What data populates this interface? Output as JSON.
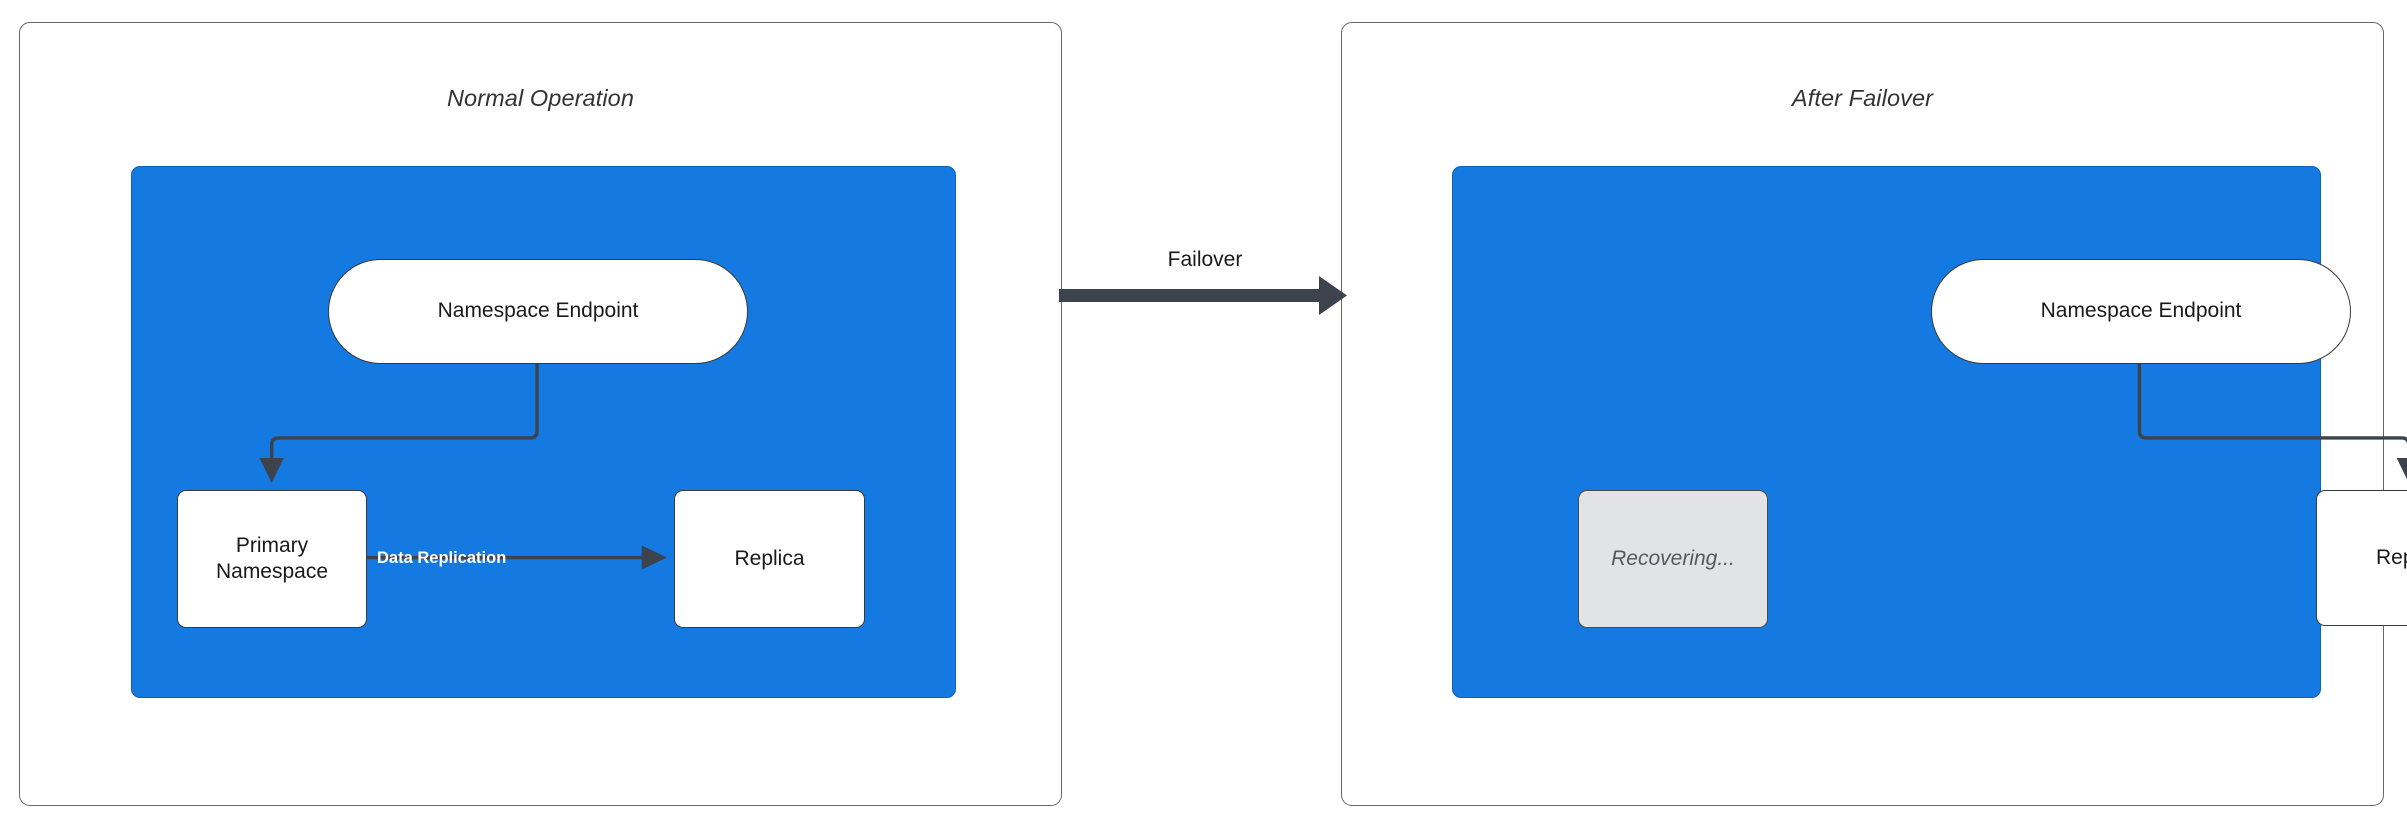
{
  "diagram": {
    "title_hidden": "",
    "colors": {
      "group_fill": "#1479e0",
      "node_fill": "#ffffff",
      "node_stroke": "#3a3a3a",
      "recovering_fill": "#e1e3e5",
      "edge_stroke": "#3d434d",
      "panel_stroke": "#666666",
      "replication_label": "#ffffff"
    }
  },
  "panels": [
    {
      "id": "normal",
      "title": "Normal Operation",
      "nodes": {
        "endpoint": "Namespace Endpoint",
        "primary": "Primary\nNamespace",
        "primary_line1": "Primary",
        "primary_line2": "Namespace",
        "replica": "Replica"
      },
      "edges": {
        "endpoint_to_primary": "",
        "replication": "Data Replication"
      }
    },
    {
      "id": "failover",
      "title": "After Failover",
      "nodes": {
        "endpoint": "Namespace Endpoint",
        "recovering": "Recovering...",
        "replica": "Replica"
      },
      "edges": {
        "endpoint_to_replica": ""
      }
    }
  ],
  "transition": {
    "label": "Failover",
    "direction": "left-to-right"
  }
}
